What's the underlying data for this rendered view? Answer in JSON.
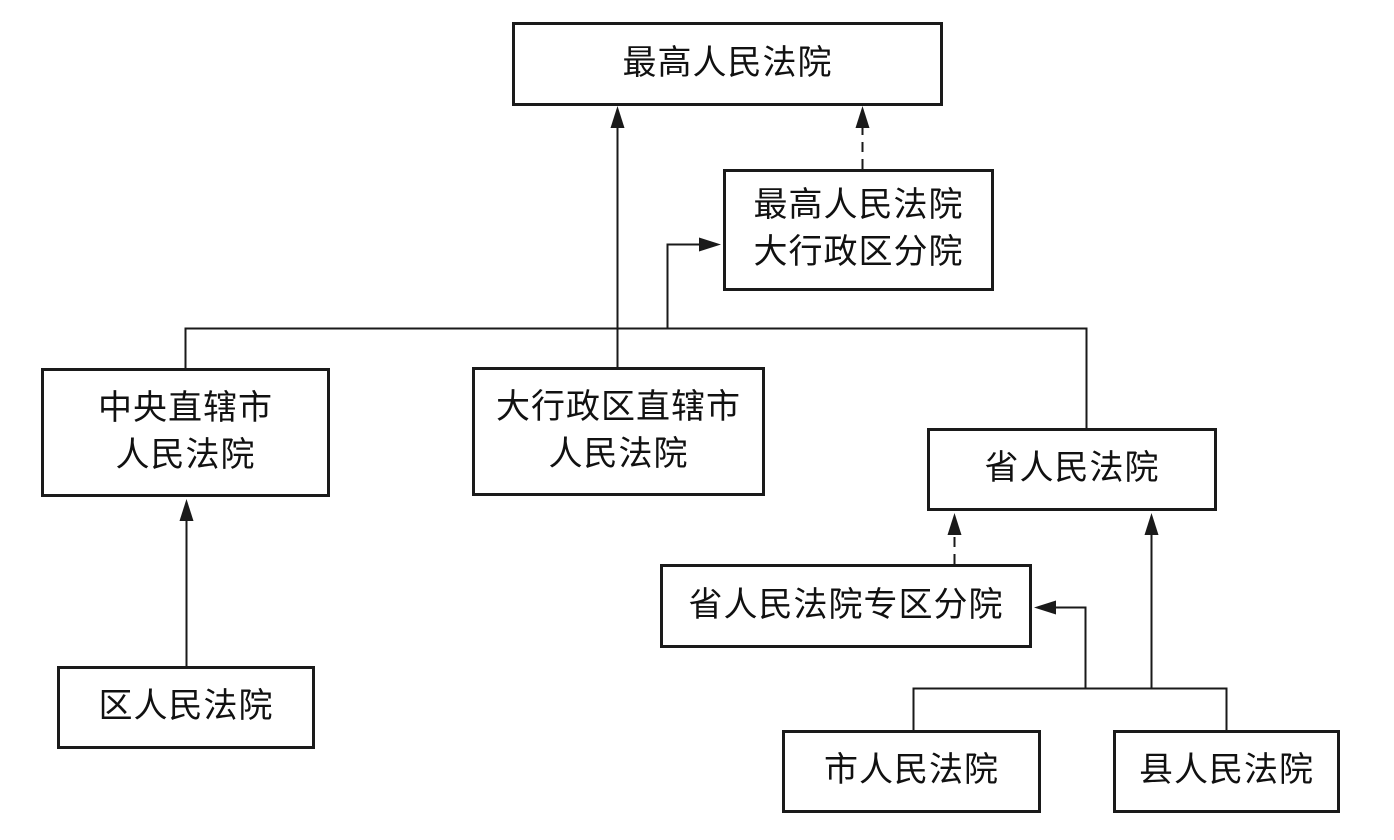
{
  "diagram": {
    "subject": "People's court system hierarchy diagram",
    "colors": {
      "line": "#1a1a1a",
      "background": "#ffffff",
      "text": "#111111"
    },
    "boxes": {
      "supreme_court": {
        "label": "最高人民法院"
      },
      "supreme_regional_branch": {
        "lines": [
          "最高人民法院",
          "大行政区分院"
        ]
      },
      "central_municipality_court": {
        "lines": [
          "中央直辖市",
          "人民法院"
        ]
      },
      "regional_municipality_court": {
        "lines": [
          "大行政区直辖市",
          "人民法院"
        ]
      },
      "province_court": {
        "label": "省人民法院"
      },
      "province_prefecture_branch": {
        "label": "省人民法院专区分院"
      },
      "district_court": {
        "label": "区人民法院"
      },
      "city_court": {
        "label": "市人民法院"
      },
      "county_court": {
        "label": "县人民法院"
      }
    },
    "edges": [
      {
        "from": "regional_municipality_court",
        "to": "supreme_court",
        "line": "solid",
        "type": "arrow-up"
      },
      {
        "from": "supreme_regional_branch",
        "to": "supreme_court",
        "line": "dashed",
        "type": "arrow-up"
      },
      {
        "from": "main-trunk",
        "to": "supreme_regional_branch",
        "line": "solid",
        "type": "arrow-right"
      },
      {
        "from": "central_municipality_court",
        "to": "main-trunk",
        "line": "solid",
        "type": "plain"
      },
      {
        "from": "province_court",
        "to": "main-trunk",
        "line": "solid",
        "type": "plain"
      },
      {
        "from": "district_court",
        "to": "central_municipality_court",
        "line": "solid",
        "type": "arrow-up"
      },
      {
        "from": "province_prefecture_branch",
        "to": "province_court",
        "line": "dashed",
        "type": "arrow-up"
      },
      {
        "from": "city-county-trunk",
        "to": "province_court",
        "line": "solid",
        "type": "arrow-up"
      },
      {
        "from": "city-county-trunk",
        "to": "province_prefecture_branch",
        "line": "solid",
        "type": "arrow-left"
      },
      {
        "from": "city_court",
        "to": "city-county-trunk",
        "line": "solid",
        "type": "plain"
      },
      {
        "from": "county_court",
        "to": "city-county-trunk",
        "line": "solid",
        "type": "plain"
      }
    ]
  }
}
